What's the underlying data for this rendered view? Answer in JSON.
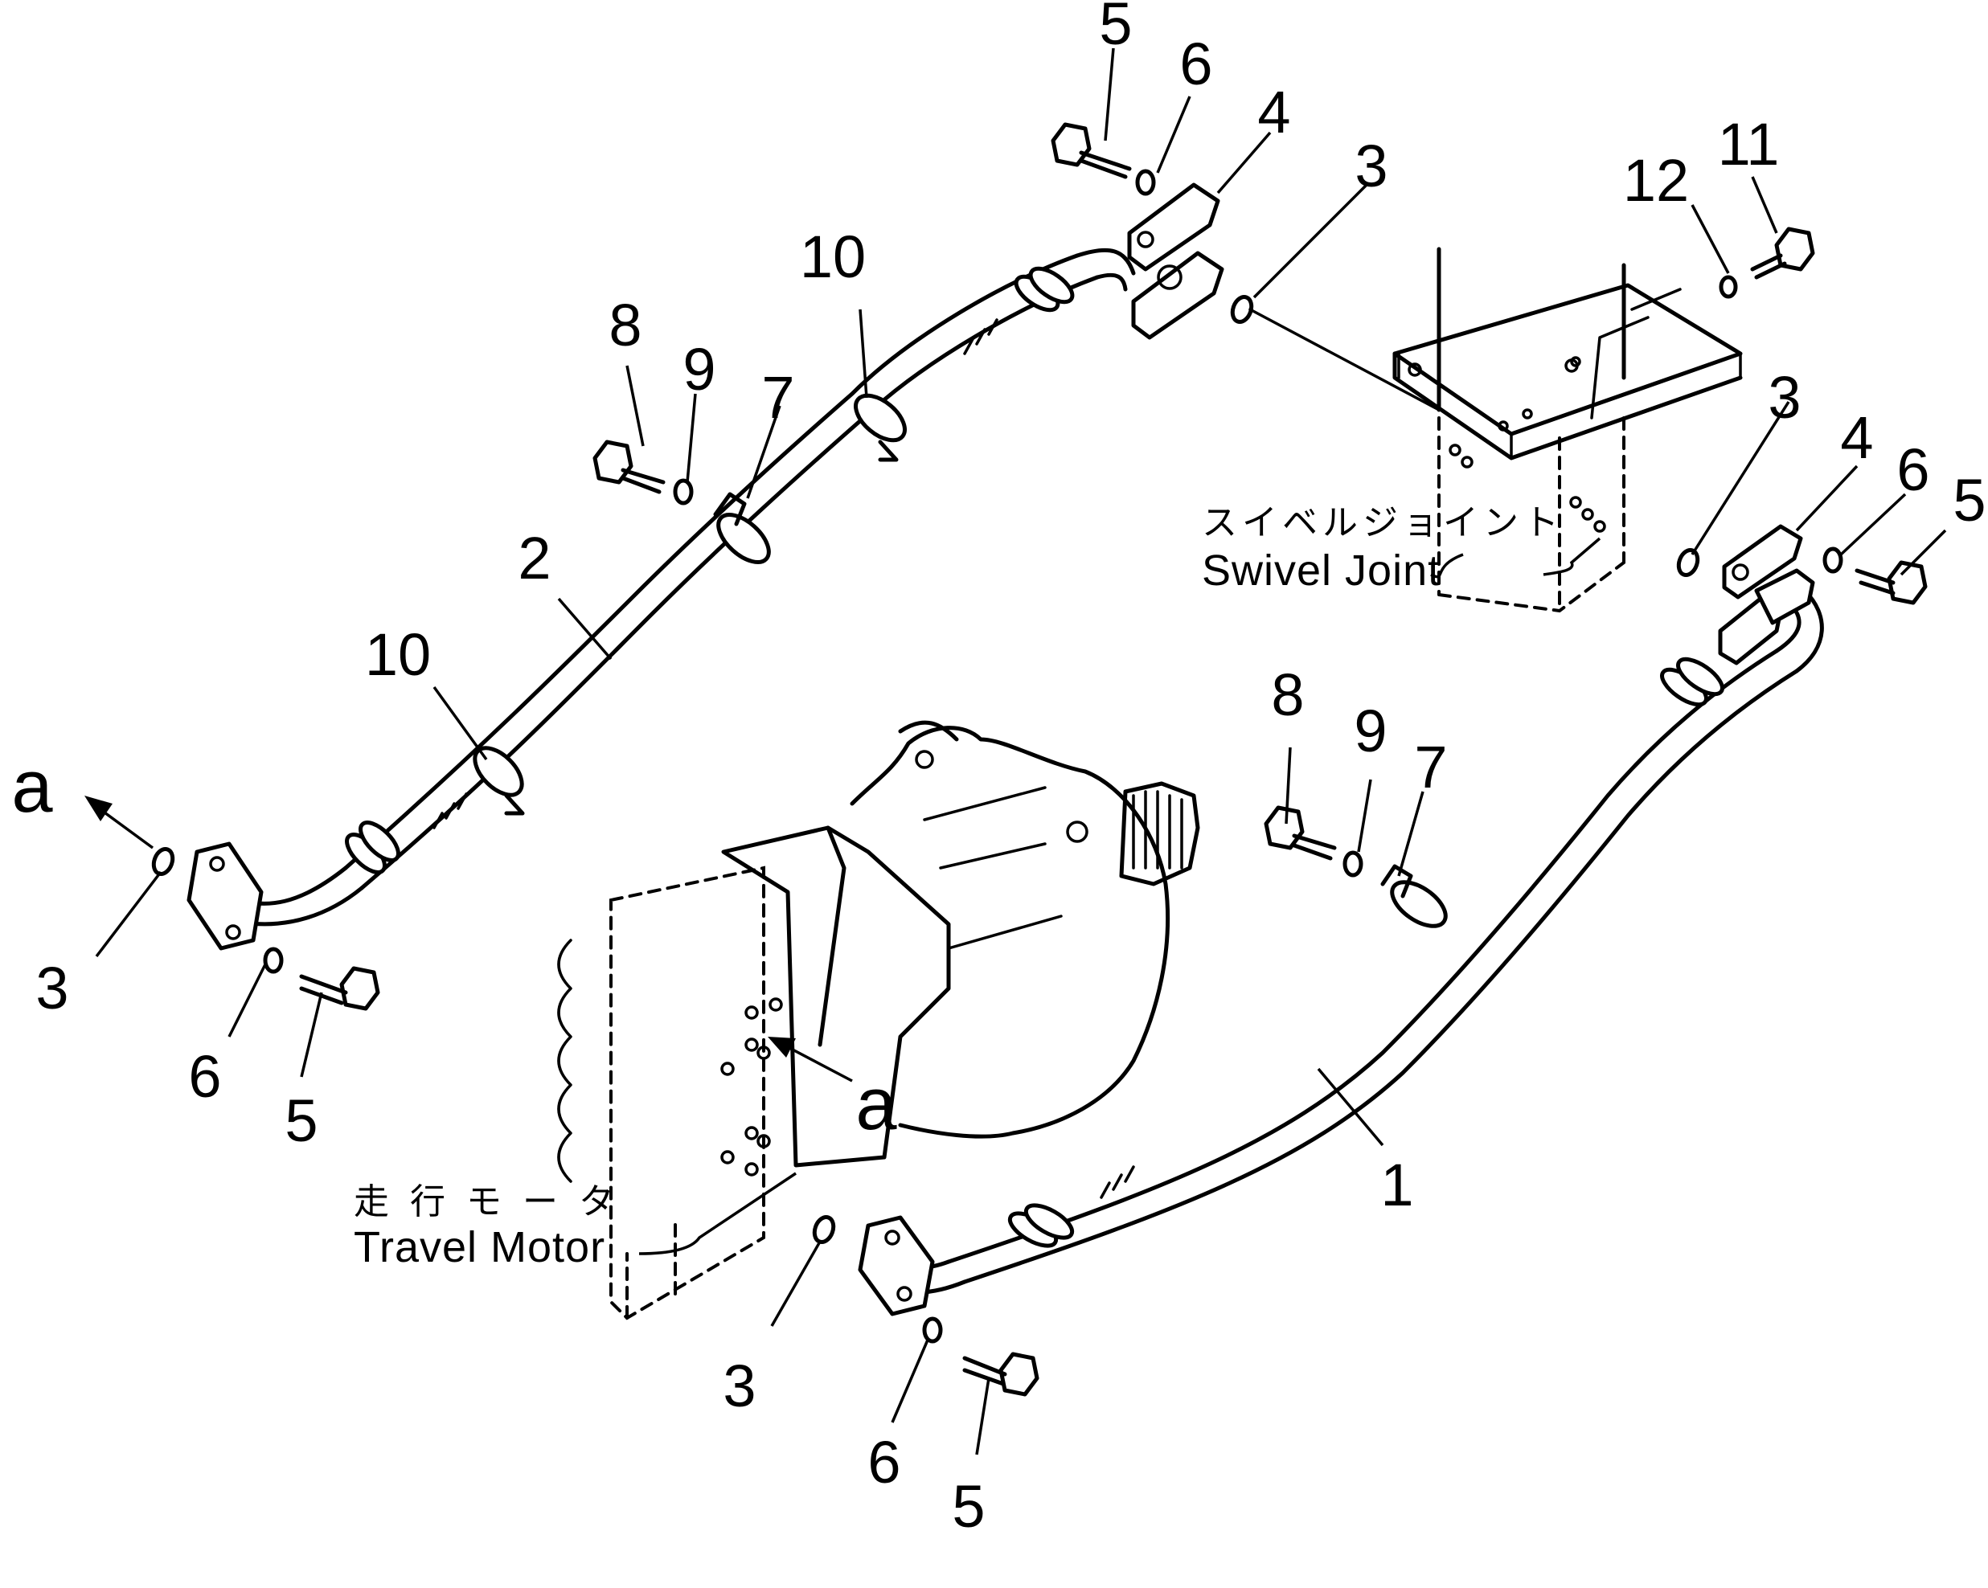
{
  "callouts": {
    "n1": "1",
    "n2": "2",
    "n3": "3",
    "n4": "4",
    "n5": "5",
    "n6": "6",
    "n7": "7",
    "n8": "8",
    "n9": "9",
    "n10": "10",
    "n11": "11",
    "n12": "12"
  },
  "view_marker": "a",
  "labels": {
    "swivel_joint_jp": "スイベルジョイント",
    "swivel_joint_en": "Swivel Joint",
    "travel_motor_jp": "走 行 モ ー タ",
    "travel_motor_en": "Travel Motor"
  }
}
